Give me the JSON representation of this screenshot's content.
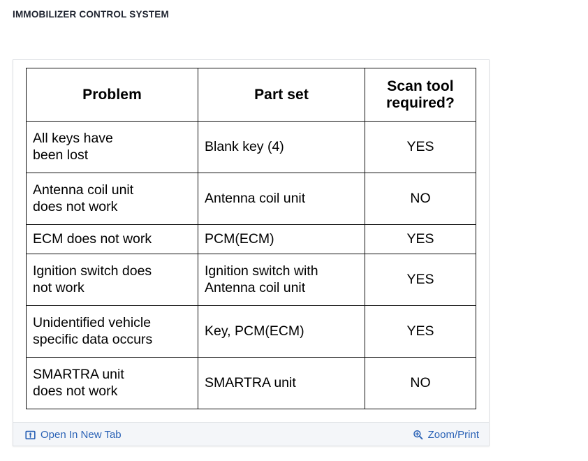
{
  "page": {
    "title": "IMMOBILIZER CONTROL SYSTEM",
    "background_color": "#ffffff",
    "link_color": "#2a62b6"
  },
  "figure": {
    "card_border_color": "#dcdfe3",
    "footer_background": "#f4f6f9",
    "table": {
      "columns": [
        {
          "key": "problem",
          "header": "Problem"
        },
        {
          "key": "part_set",
          "header": "Part set"
        },
        {
          "key": "scan_tool",
          "header_line_1": "Scan tool",
          "header_line_2": "required?"
        }
      ],
      "rows": [
        {
          "problem_line_1": "All  keys  have",
          "problem_line_2": "been  lost",
          "part_set": "Blank key (4)",
          "scan_tool": "YES"
        },
        {
          "problem_line_1": "Antenna coil unit",
          "problem_line_2": "does not work",
          "part_set": "Antenna coil unit",
          "scan_tool": "NO"
        },
        {
          "problem_line_1": "ECM does not work",
          "problem_line_2": "",
          "part_set": "PCM(ECM)",
          "scan_tool": "YES"
        },
        {
          "problem_line_1": "Ignition switch does",
          "problem_line_2": "not work",
          "part_set_line_1": "Ignition switch with",
          "part_set_line_2": "Antenna coil unit",
          "scan_tool": "YES"
        },
        {
          "problem_line_1": "Unidentified vehicle",
          "problem_line_2": "specific data occurs",
          "part_set": "Key, PCM(ECM)",
          "scan_tool": "YES"
        },
        {
          "problem_line_1": "SMARTRA unit",
          "problem_line_2": "does not work",
          "part_set": "SMARTRA unit",
          "scan_tool": "NO"
        }
      ]
    },
    "footer": {
      "open_new_tab_label": "Open In New Tab",
      "open_new_tab_icon": "external-link-icon",
      "zoom_print_label": "Zoom/Print",
      "zoom_print_icon": "magnifier-plus-icon"
    }
  }
}
